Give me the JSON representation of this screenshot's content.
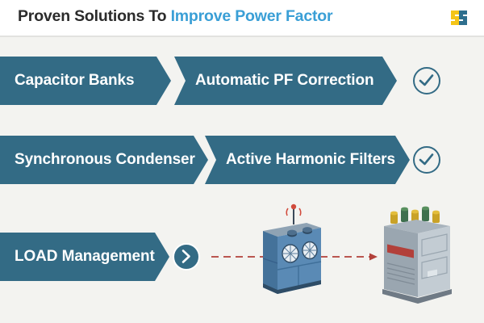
{
  "header": {
    "title_part1": "Proven Solutions To ",
    "title_accent": "Improve Power Factor",
    "logo_name": "company-logo"
  },
  "colors": {
    "block_blue": "#336b85",
    "accent_blue": "#3a9fd6",
    "background": "#f3f3f0",
    "header_bg": "#ffffff",
    "dashed_line": "#b2403a",
    "logo_yellow": "#f5c518",
    "logo_blue": "#2e6f8e"
  },
  "rows": [
    {
      "left_block": "Capacitor Banks",
      "right_block": "Automatic PF Correction",
      "marker": "check-icon"
    },
    {
      "left_block": "Synchronous Condenser",
      "right_block": "Active Harmonic Filters",
      "marker": "check-icon"
    },
    {
      "left_block": "LOAD Management",
      "right_block": "",
      "marker": "chevron-right-icon"
    }
  ],
  "illustration": {
    "left_device": "power-factor-controller-device",
    "right_device": "industrial-capacitor-bank-cabinet",
    "connector": "dashed-arrow-connector"
  }
}
